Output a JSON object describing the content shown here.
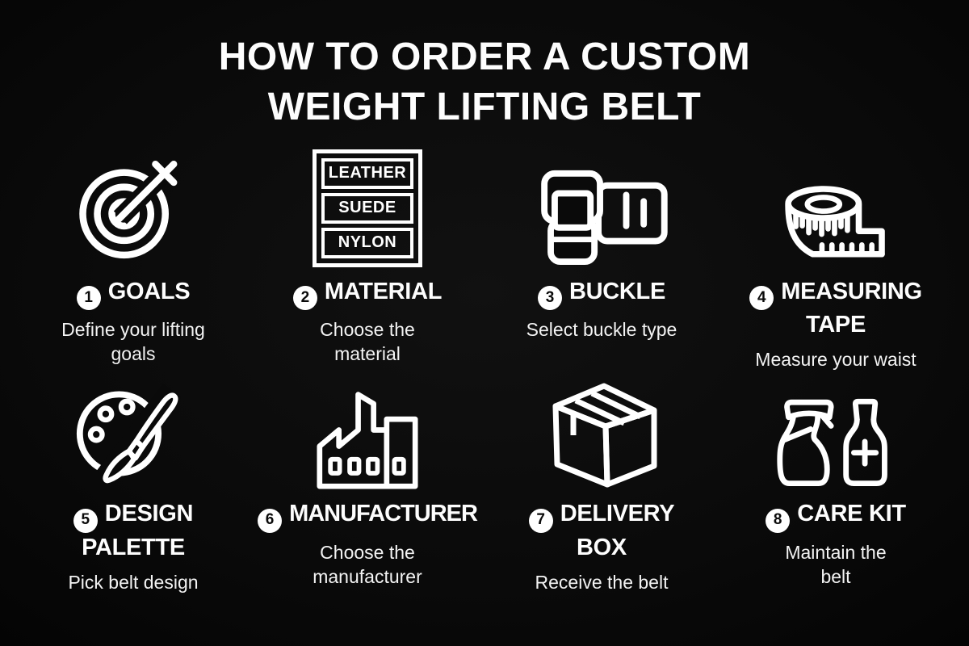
{
  "title": {
    "line1": "HOW TO ORDER A CUSTOM",
    "line2": "WEIGHT LIFTING BELT"
  },
  "colors": {
    "background": "#0a0a0a",
    "foreground": "#ffffff"
  },
  "steps": [
    {
      "number": "1",
      "icon": "target-goals-icon",
      "label": "GOALS",
      "description": "Define your lifting goals"
    },
    {
      "number": "2",
      "icon": "material-swatches-icon",
      "label": "MATERIAL",
      "description": "Choose the material",
      "materials": [
        "LEATHER",
        "SUEDE",
        "NYLON"
      ]
    },
    {
      "number": "3",
      "icon": "belt-buckle-icon",
      "label": "BUCKLE",
      "description": "Select buckle type"
    },
    {
      "number": "4",
      "icon": "measuring-tape-icon",
      "label": "MEASURING TAPE",
      "description": "Measure your waist"
    },
    {
      "number": "5",
      "icon": "design-palette-icon",
      "label": "DESIGN PALETTE",
      "description": "Pick belt design"
    },
    {
      "number": "6",
      "icon": "factory-icon",
      "label": "MANUFACTURER",
      "description": "Choose the manufacturer"
    },
    {
      "number": "7",
      "icon": "delivery-box-icon",
      "label": "DELIVERY BOX",
      "description": "Receive the belt"
    },
    {
      "number": "8",
      "icon": "care-kit-icon",
      "label": "CARE KIT",
      "description": "Maintain the belt"
    }
  ]
}
